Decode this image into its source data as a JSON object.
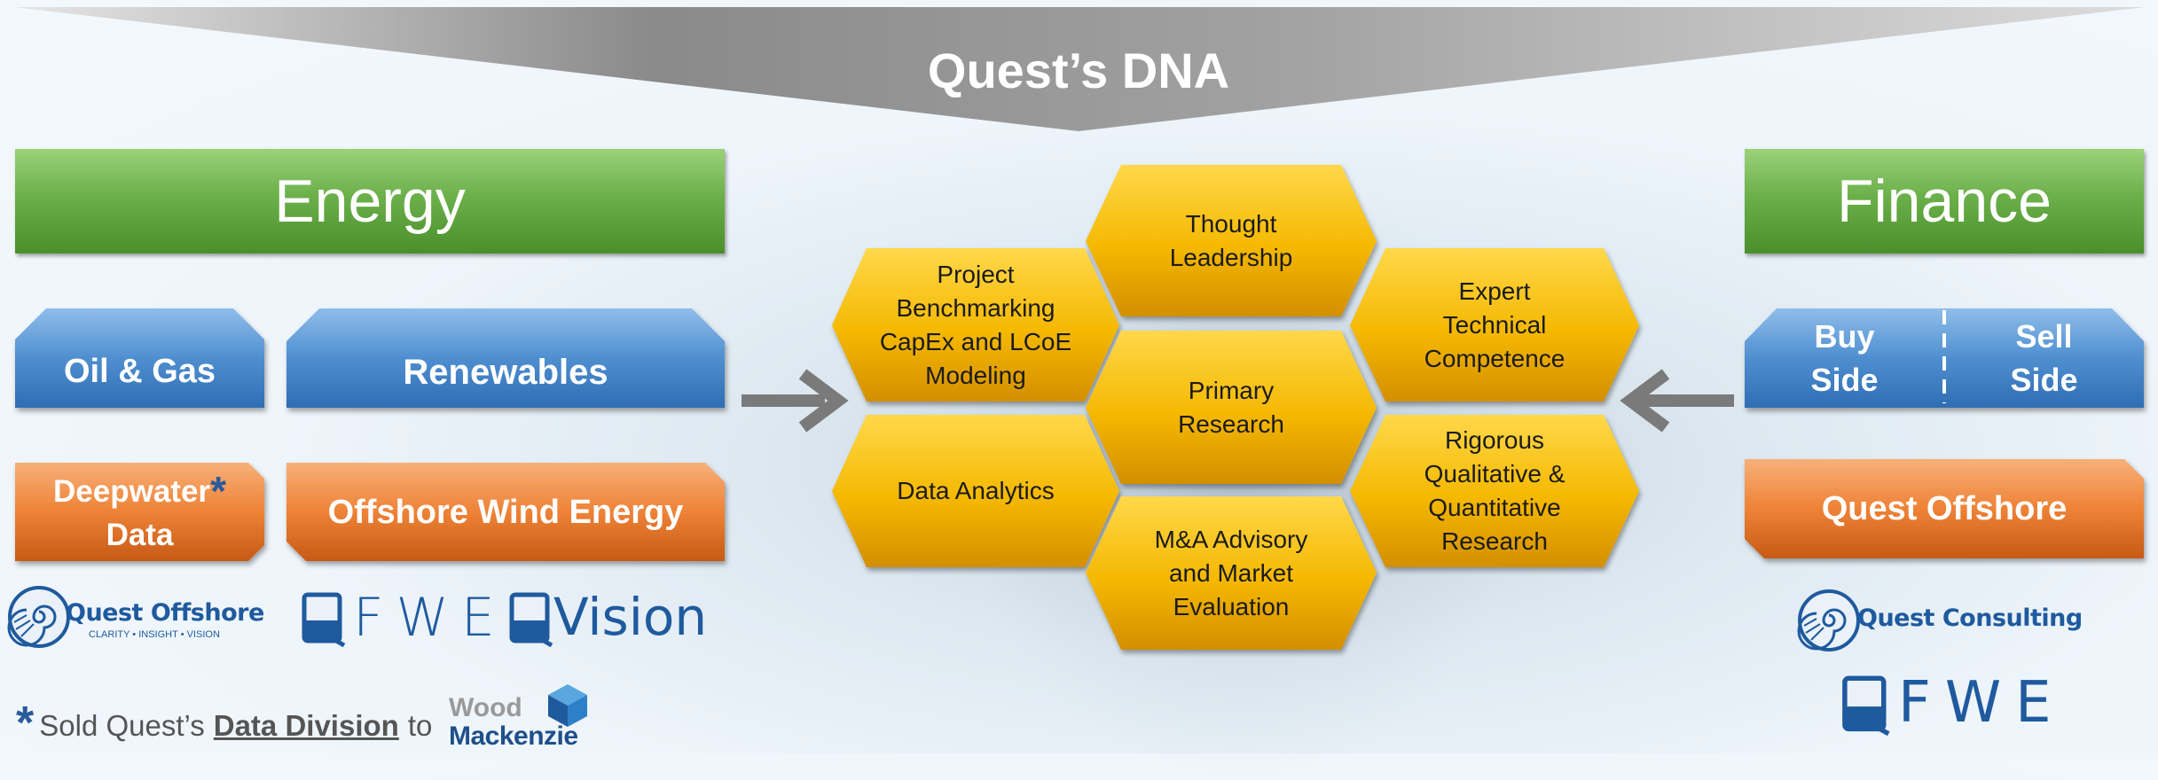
{
  "banner": {
    "title": "Quest’s DNA"
  },
  "energy": {
    "title": "Energy",
    "oil_gas": "Oil & Gas",
    "renewables": "Renewables",
    "deepwater_line1": "Deepwater",
    "deepwater_line2": "Data",
    "asterisk": "*",
    "offshore_wind": "Offshore Wind Energy"
  },
  "finance": {
    "title": "Finance",
    "buy_line1": "Buy",
    "buy_line2": "Side",
    "sell_line1": "Sell",
    "sell_line2": "Side",
    "quest_offshore": "Quest Offshore"
  },
  "hexagons": [
    {
      "l1": "Thought",
      "l2": "Leadership",
      "l3": "",
      "l4": ""
    },
    {
      "l1": "Project",
      "l2": "Benchmarking",
      "l3": "CapEx and LCoE",
      "l4": "Modeling"
    },
    {
      "l1": "Expert",
      "l2": "Technical",
      "l3": "Competence",
      "l4": ""
    },
    {
      "l1": "Primary",
      "l2": "Research",
      "l3": "",
      "l4": ""
    },
    {
      "l1": "Data Analytics",
      "l2": "",
      "l3": "",
      "l4": ""
    },
    {
      "l1": "Rigorous",
      "l2": "Qualitative &",
      "l3": "Quantitative",
      "l4": "Research"
    },
    {
      "l1": "M&A Advisory",
      "l2": "and Market",
      "l3": "Evaluation",
      "l4": ""
    }
  ],
  "logos": {
    "quest_offshore_name": "Quest Offshore",
    "quest_offshore_tagline": "CLARITY • INSIGHT • VISION",
    "qfwe": "FWE",
    "qvision": "Vision",
    "quest_consulting": "Quest Consulting",
    "wood": "Wood",
    "mackenzie": "Mackenzie"
  },
  "footnote": {
    "asterisk": "*",
    "prefix": "Sold Quest’s",
    "link": "Data Division",
    "suffix": "to"
  },
  "colors": {
    "green": "#6bb04a",
    "blue": "#4f8fd0",
    "orange": "#e8742a",
    "hexagon": "#f5b800",
    "arrow": "#7a7a7a",
    "logo_blue": "#1f5a9e"
  }
}
